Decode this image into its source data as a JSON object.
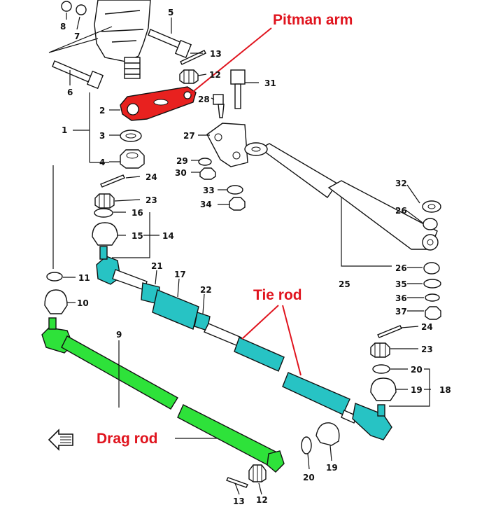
{
  "colors": {
    "pitman_arm": "#e8211f",
    "tie_rod": "#27c3c4",
    "drag_rod": "#2ee23a",
    "callout": "#e0141e",
    "line": "#111111"
  },
  "callouts": {
    "pitman_arm": "Pitman arm",
    "tie_rod": "Tie rod",
    "drag_rod": "Drag rod"
  },
  "part_numbers": {
    "n1": "1",
    "n2": "2",
    "n3": "3",
    "n4": "4",
    "n5": "5",
    "n6": "6",
    "n7": "7",
    "n8": "8",
    "n9": "9",
    "n10": "10",
    "n11": "11",
    "n12a": "12",
    "n12b": "12",
    "n13a": "13",
    "n13b": "13",
    "n14": "14",
    "n15": "15",
    "n16": "16",
    "n17": "17",
    "n18": "18",
    "n19a": "19",
    "n19b": "19",
    "n20a": "20",
    "n20b": "20",
    "n21": "21",
    "n22": "22",
    "n23a": "23",
    "n23b": "23",
    "n24a": "24",
    "n24b": "24",
    "n25": "25",
    "n26a": "26",
    "n26b": "26",
    "n27": "27",
    "n28": "28",
    "n29": "29",
    "n30": "30",
    "n31": "31",
    "n32": "32",
    "n33": "33",
    "n34": "34",
    "n35": "35",
    "n36": "36",
    "n37": "37"
  }
}
